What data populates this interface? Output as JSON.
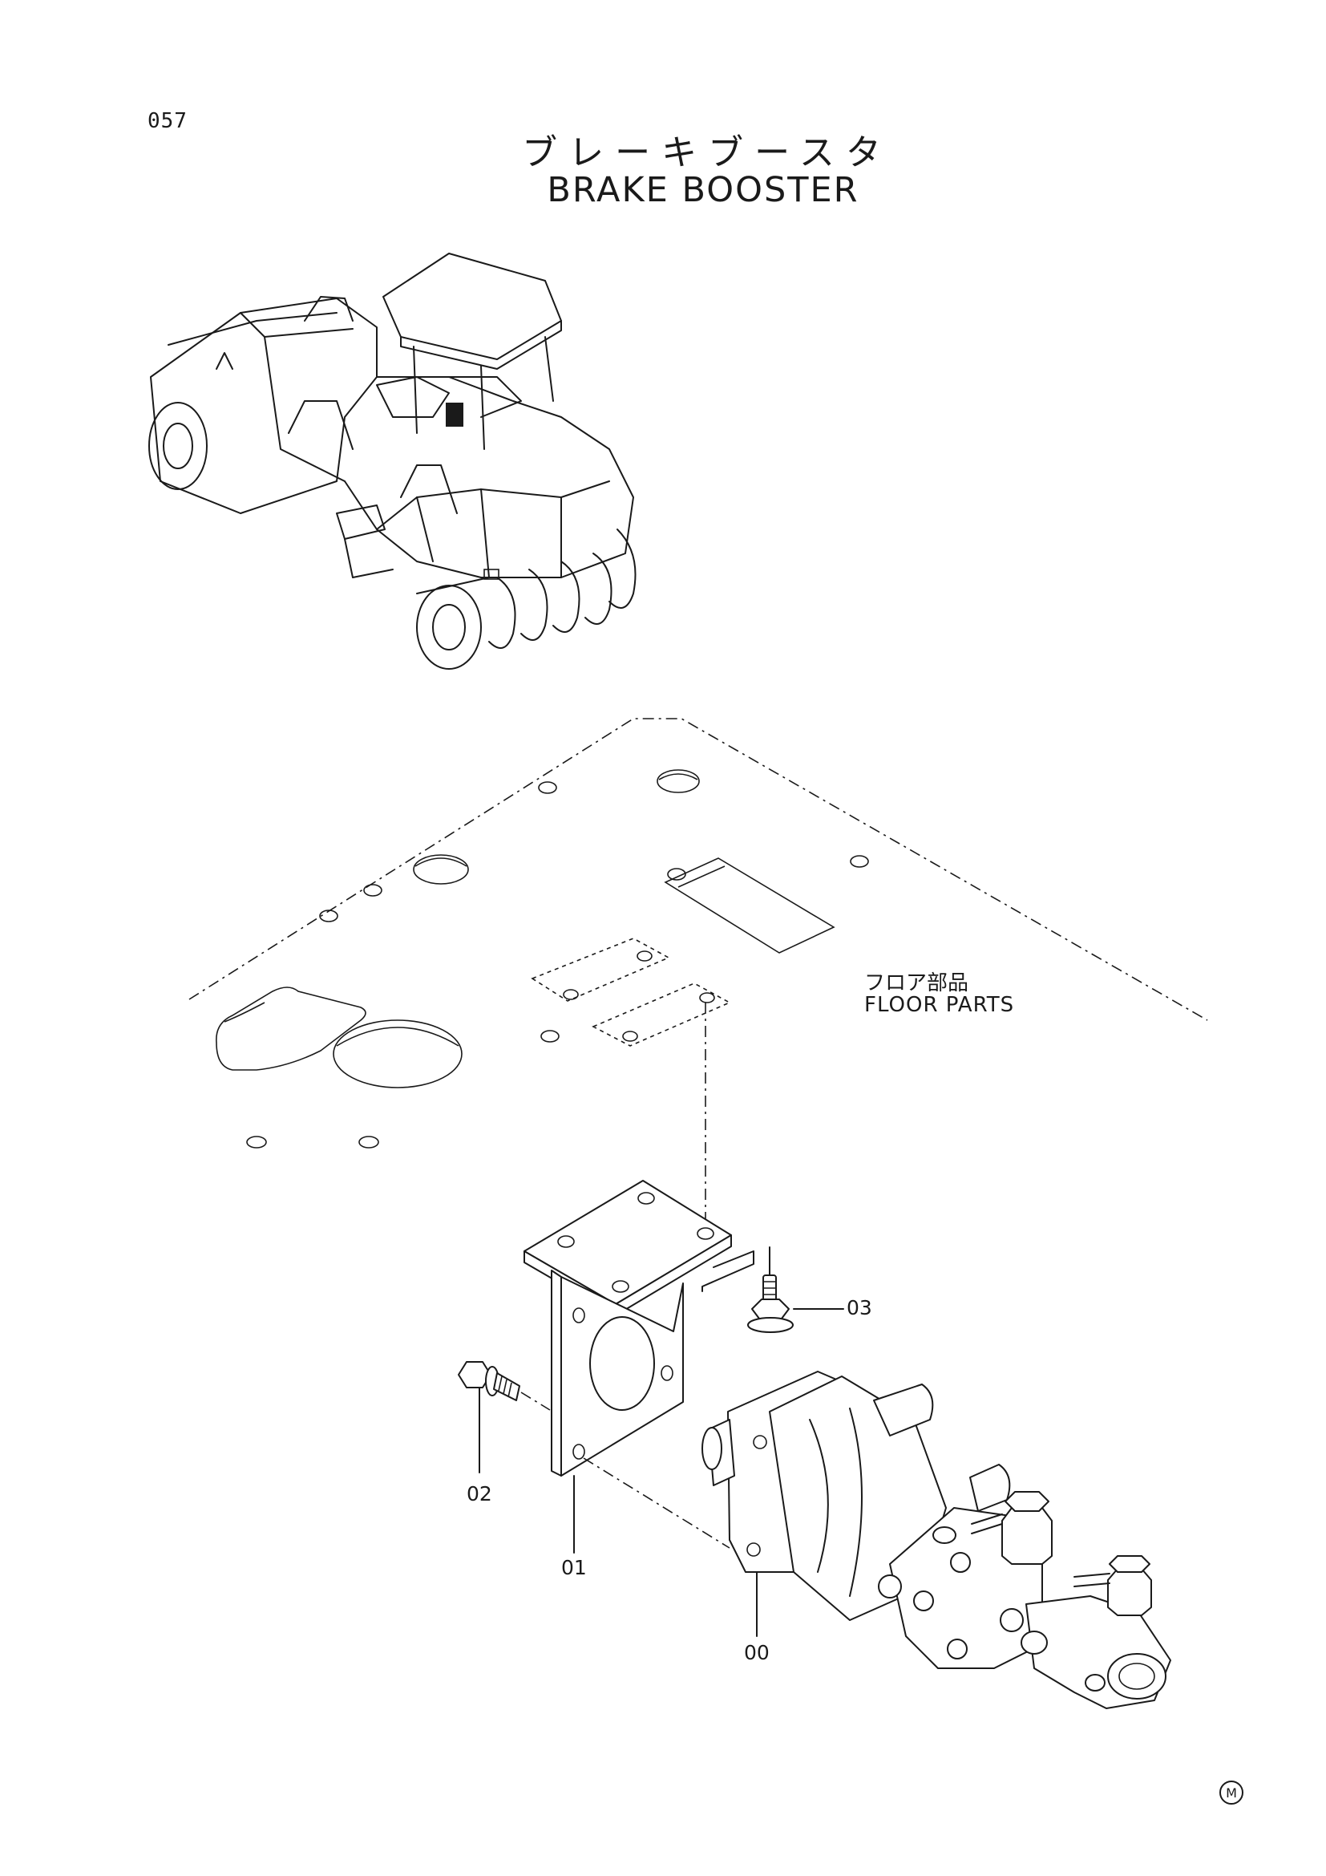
{
  "page_number": "057",
  "title_jp": "ブレーキブースタ",
  "title_en": "BRAKE BOOSTER",
  "floor_label_jp": "フロア部品",
  "floor_label_en": "FLOOR PARTS",
  "callouts": {
    "booster": "00",
    "bracket": "01",
    "bolt_left": "02",
    "bolt_right": "03"
  },
  "mark": "M"
}
